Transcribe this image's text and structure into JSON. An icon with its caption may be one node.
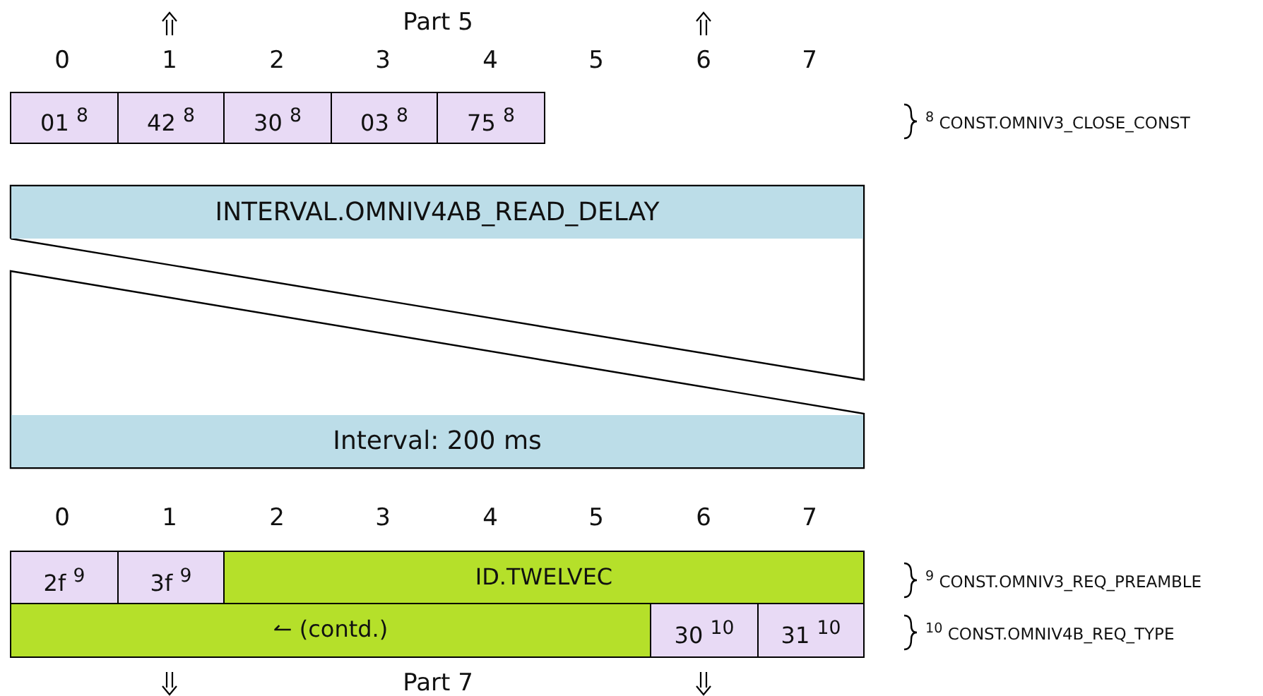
{
  "diagram": {
    "nodes": [
      {
        "text": [
          "01 $^{8}$"
        ]
      },
      {
        "text": [
          "42 $^{8}$"
        ]
      },
      {
        "text": [
          "30 $^{8}$"
        ]
      },
      {
        "text": [
          "03 $^{8}$"
        ]
      },
      {
        "text": [
          "75 $^{8}$"
        ]
      },
      {
        "text": [
          "INTERVAL.OMNIV4AB_READ_DELAY",
          "Interval: 200 ms"
        ]
      },
      {
        "text": [
          "2f $^{9}$"
        ]
      },
      {
        "text": [
          "3f $^{9}$"
        ]
      },
      {
        "text": [
          "ID.TWELVEC"
        ]
      },
      {
        "text": [
          "↼ (contd.)"
        ]
      },
      {
        "text": [
          "30 $^{10}$"
        ]
      },
      {
        "text": [
          "31 $^{10}$"
        ]
      }
    ],
    "edges": [],
    "labels": [
      "Part 5",
      "0",
      "1",
      "2",
      "3",
      "4",
      "5",
      "6",
      "7",
      "$^{8}$ CONST.OMNIV3_CLOSE_CONST",
      "0",
      "1",
      "2",
      "3",
      "4",
      "5",
      "6",
      "7",
      "$^{9}$ CONST.OMNIV3_REQ_PREAMBLE",
      "$^{10}$ CONST.OMNIV4B_REQ_TYPE",
      "Part 7"
    ]
  }
}
